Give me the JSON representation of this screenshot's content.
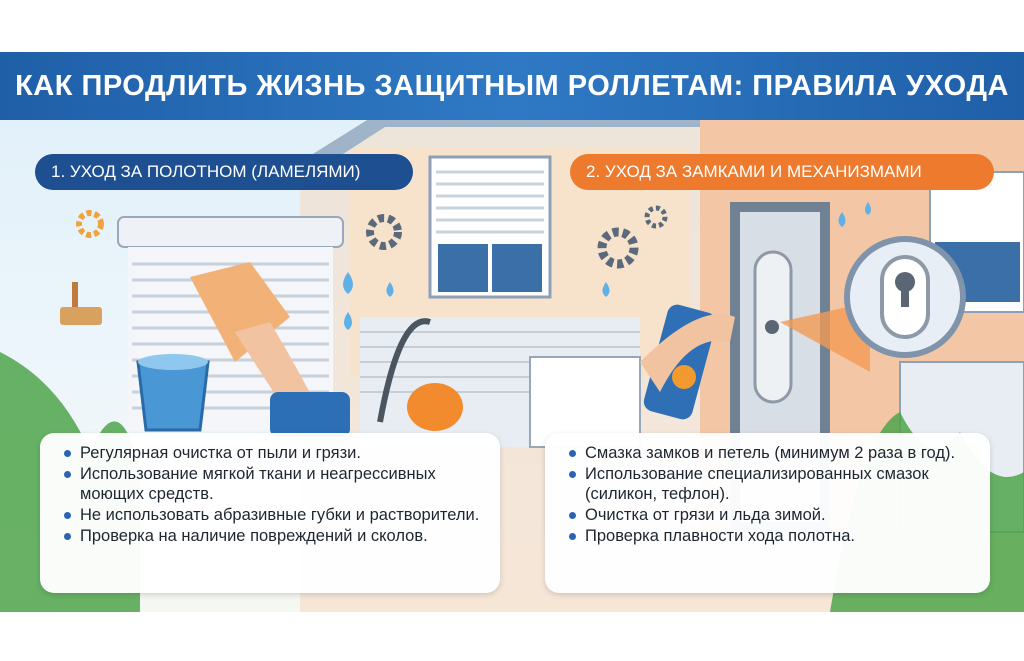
{
  "title": "КАК ПРОДЛИТЬ ЖИЗНЬ ЗАЩИТНЫМ РОЛЛЕТАМ: ПРАВИЛА УХОДА",
  "section1": {
    "heading": "1. УХОД ЗА ПОЛОТНОМ (ЛАМЕЛЯМИ)",
    "items": [
      "Регулярная очистка от пыли и грязи.",
      "Использование мягкой ткани и неагрессивных моющих средств.",
      "Не использовать абразивные губки и растворители.",
      "Проверка на наличие повреждений и сколов."
    ]
  },
  "section2": {
    "heading": "2. УХОД ЗА ЗАМКАМИ И МЕХАНИЗМАМИ",
    "items": [
      "Смазка замков и петель (минимум 2 раза в год).",
      "Использование специализированных смазок (силикон, тефлон).",
      "Очистка от грязи и льда зимой.",
      "Проверка плавности хода полотна."
    ]
  },
  "colors": {
    "banner": "#2f79c4",
    "section1_accent": "#1d4f91",
    "section2_accent": "#ee7a2e"
  },
  "icons": [
    "gear-icon",
    "water-drop-icon",
    "brush-icon",
    "bucket-icon",
    "vacuum-cleaner-icon",
    "spray-can-icon",
    "lock-icon",
    "cloth-icon"
  ]
}
